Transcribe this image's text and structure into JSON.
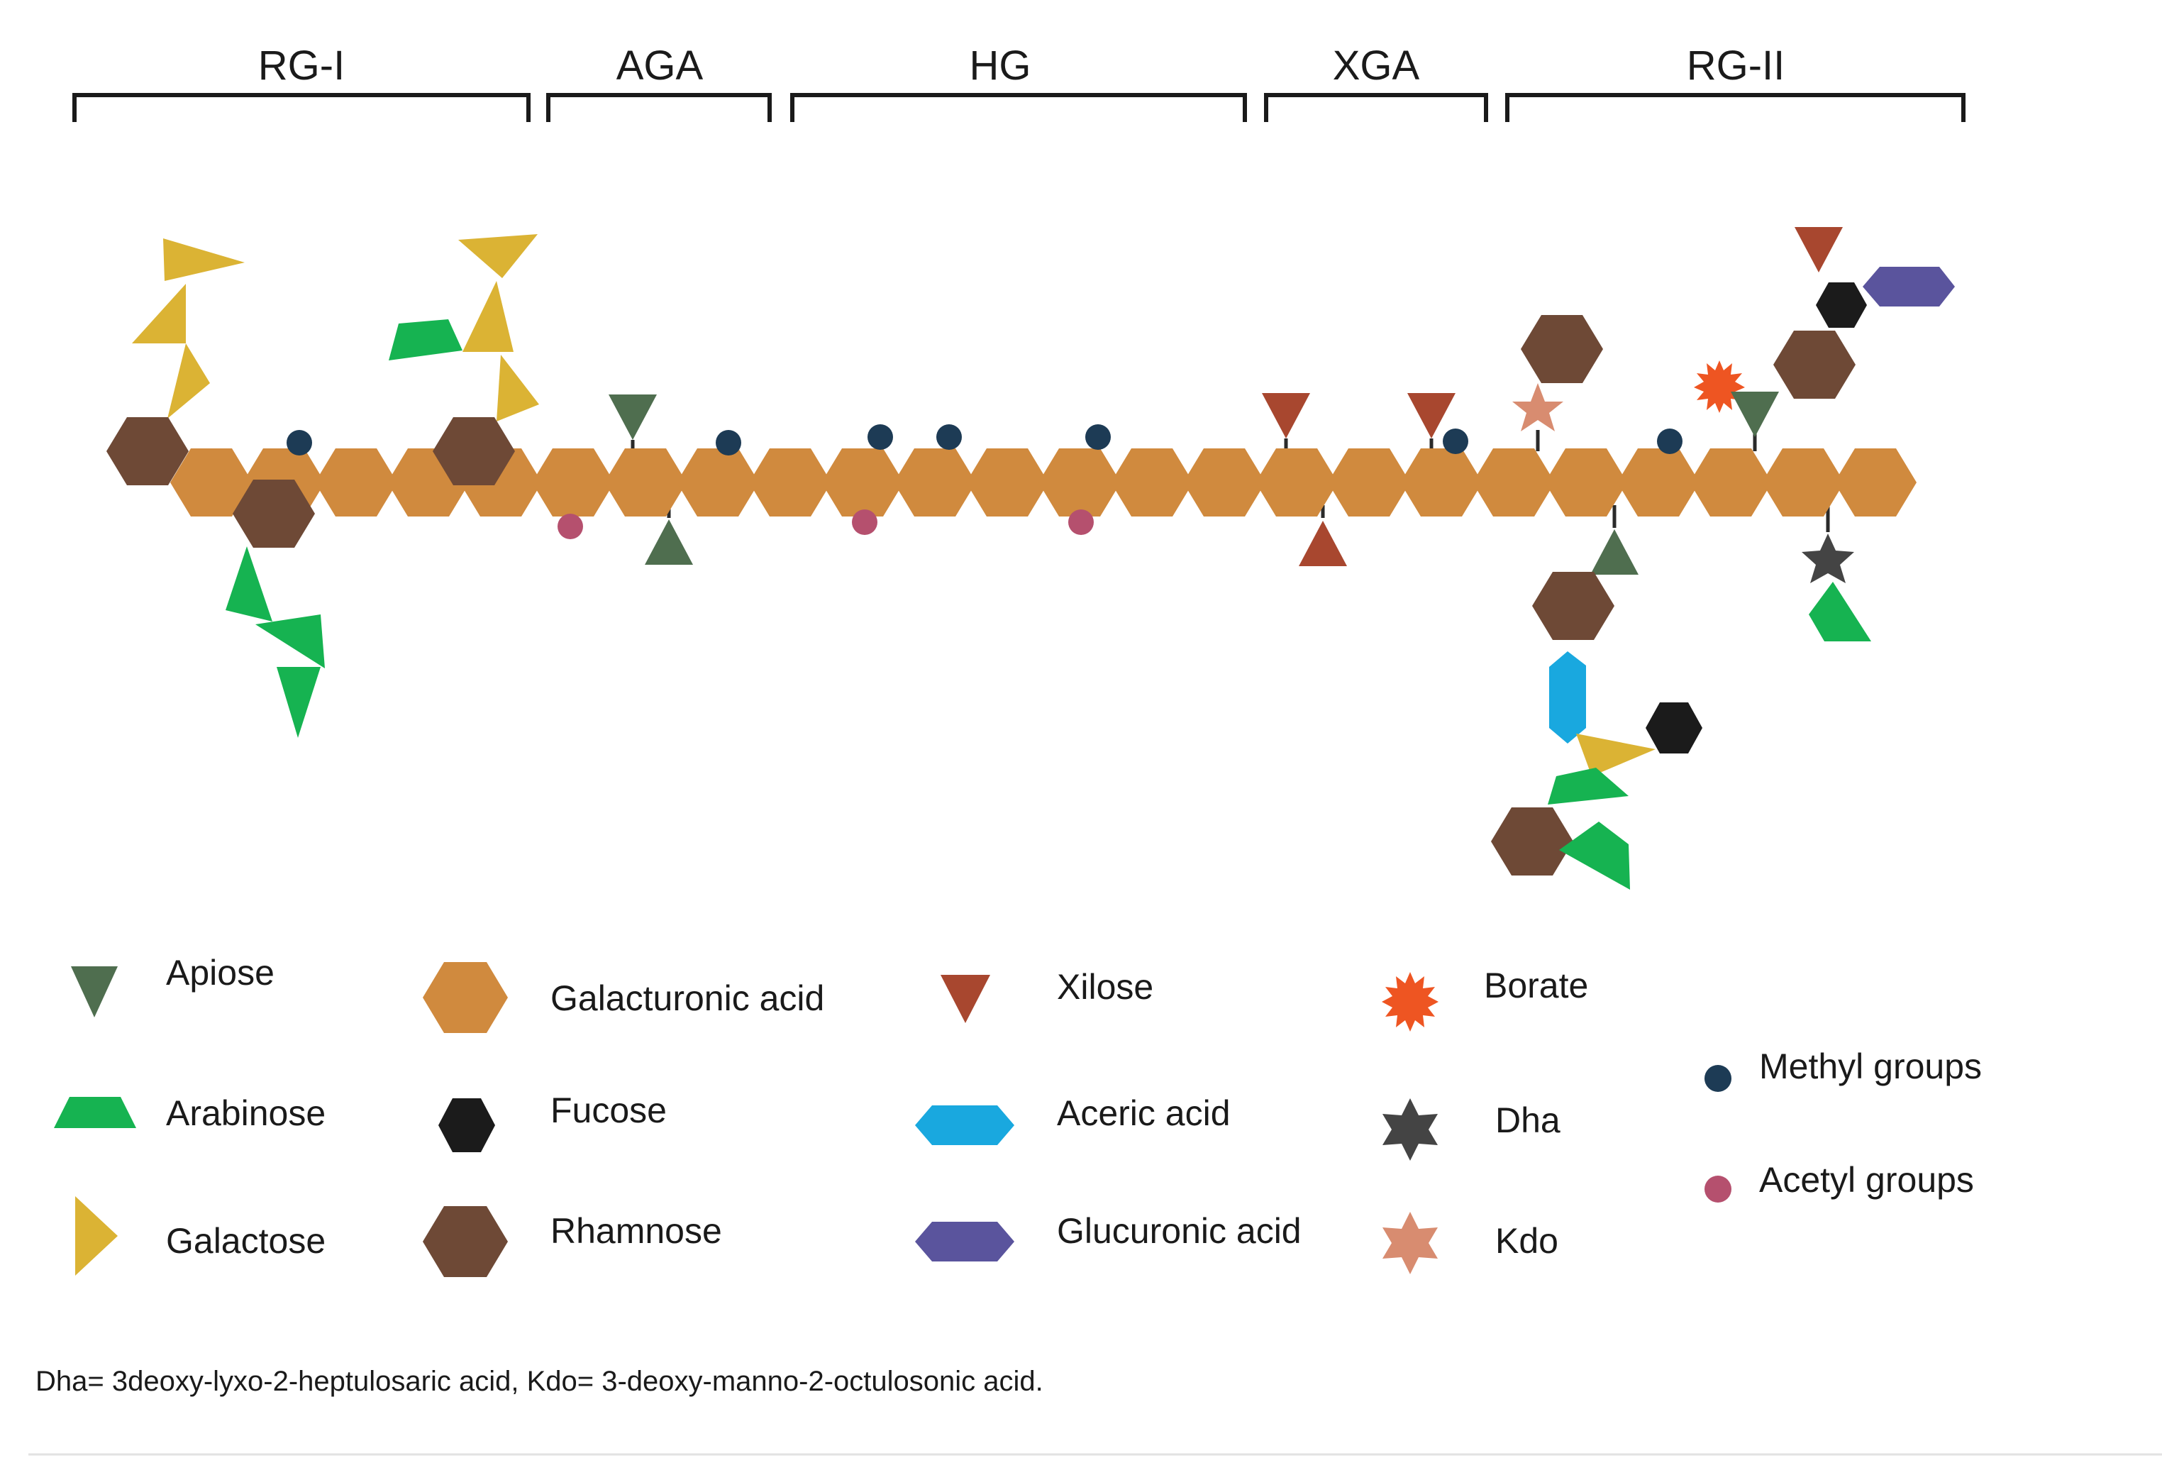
{
  "regions": [
    {
      "label": "RG-I"
    },
    {
      "label": "AGA"
    },
    {
      "label": "HG"
    },
    {
      "label": "XGA"
    },
    {
      "label": "RG-II"
    }
  ],
  "legend": {
    "apiose": "Apiose",
    "arabinose": "Arabinose",
    "galactose": "Galactose",
    "galacturonic": "Galacturonic acid",
    "fucose": "Fucose",
    "rhamnose": "Rhamnose",
    "xilose": "Xilose",
    "aceric": "Aceric acid",
    "glucuronic": "Glucuronic acid",
    "borate": "Borate",
    "dha": "Dha",
    "kdo": "Kdo",
    "methyl": "Methyl groups",
    "acetyl": "Acetyl groups"
  },
  "footnote": "Dha= 3deoxy-lyxo-2-heptulosaric acid, Kdo= 3-deoxy-manno-2-octulosonic acid.",
  "colors": {
    "galacturonic": "#d08a3e",
    "rhamnose": "#6e4936",
    "fucose": "#1b1b1b",
    "apiose": "#4f6e4f",
    "arabinose": "#16b351",
    "galactose": "#dbb334",
    "xilose": "#a8472f",
    "aceric": "#19a8df",
    "glucuronic": "#5a549d",
    "borate": "#ee5522",
    "dha": "#444444",
    "kdo": "#d88c70",
    "methyl": "#1d3b55",
    "acetyl": "#b5506e"
  }
}
